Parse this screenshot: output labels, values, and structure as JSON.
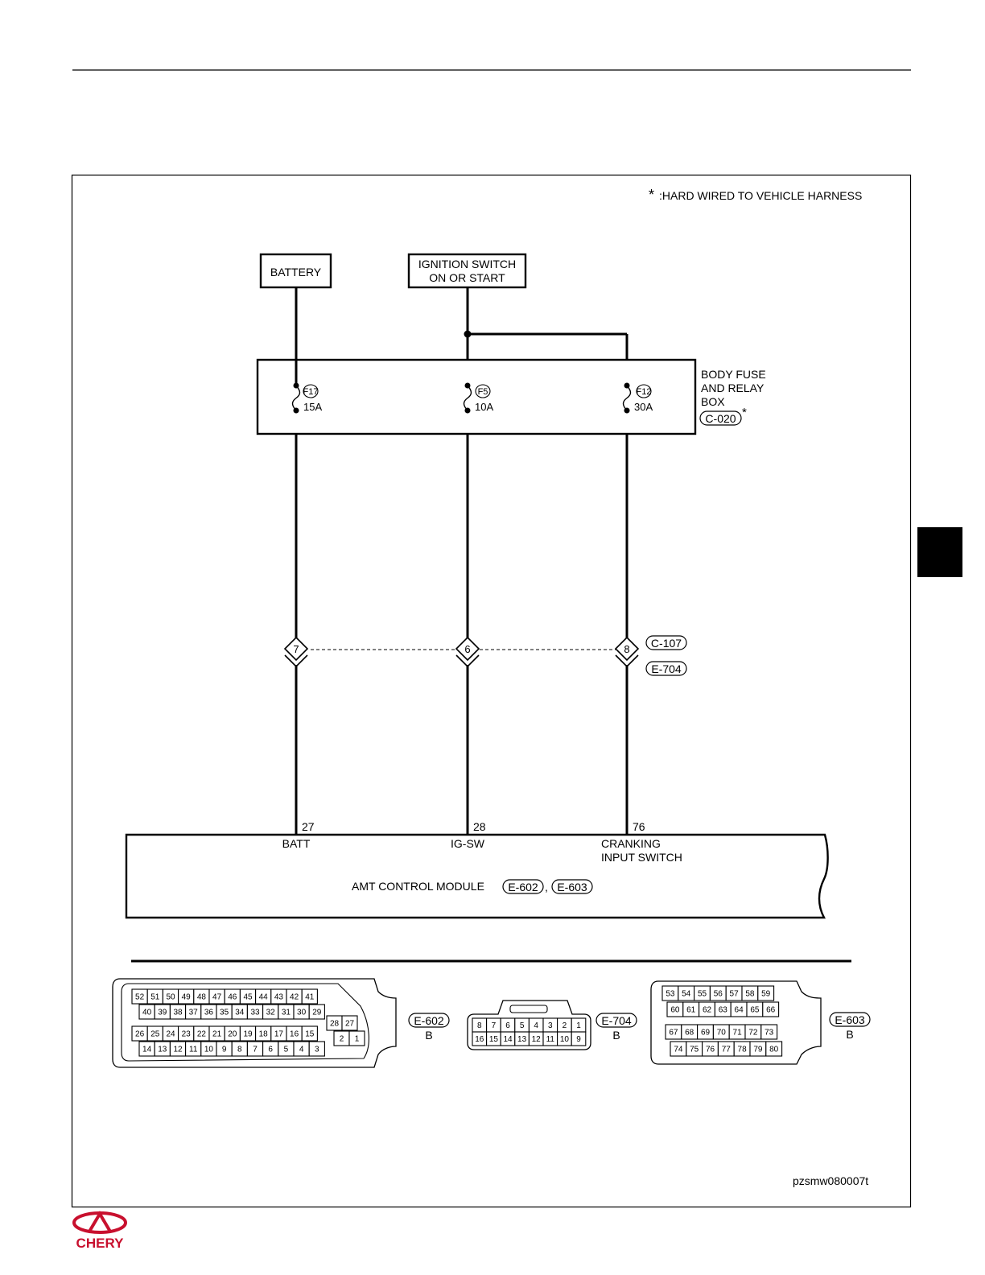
{
  "note": {
    "asterisk": "*",
    "text": ":HARD WIRED TO VEHICLE HARNESS"
  },
  "sources": {
    "battery": "BATTERY",
    "ignition_line1": "IGNITION SWITCH",
    "ignition_line2": "ON OR START"
  },
  "fuse_box": {
    "label_line1": "BODY FUSE",
    "label_line2": "AND RELAY",
    "label_line3": "BOX",
    "connector": "C-020",
    "connector_note": "*",
    "fuses": [
      {
        "id": "F17",
        "rating": "15A"
      },
      {
        "id": "F5",
        "rating": "10A"
      },
      {
        "id": "F12",
        "rating": "30A"
      }
    ]
  },
  "inline_connector": {
    "pins": [
      "7",
      "6",
      "8"
    ],
    "connector_a": "C-107",
    "connector_b": "E-704"
  },
  "module": {
    "terminals": [
      {
        "pin": "27",
        "label": "BATT"
      },
      {
        "pin": "28",
        "label": "IG-SW"
      },
      {
        "pin": "76",
        "label": "CRANKING",
        "label2": "INPUT SWITCH"
      }
    ],
    "name": "AMT CONTROL MODULE",
    "connector_1": "E-602",
    "separator": ",",
    "connector_2": "E-603"
  },
  "connector_views": {
    "e602": {
      "name": "E-602",
      "color": "B",
      "rows": [
        [
          "52",
          "51",
          "50",
          "49",
          "48",
          "47",
          "46",
          "45",
          "44",
          "43",
          "42",
          "41"
        ],
        [
          "40",
          "39",
          "38",
          "37",
          "36",
          "35",
          "34",
          "33",
          "32",
          "31",
          "30",
          "29"
        ],
        [
          "26",
          "25",
          "24",
          "23",
          "22",
          "21",
          "20",
          "19",
          "18",
          "17",
          "16",
          "15"
        ],
        [
          "14",
          "13",
          "12",
          "11",
          "10",
          "9",
          "8",
          "7",
          "6",
          "5",
          "4",
          "3"
        ]
      ],
      "side_top": [
        "28",
        "27"
      ],
      "side_bottom": [
        "2",
        "1"
      ]
    },
    "e704": {
      "name": "E-704",
      "color": "B",
      "rows": [
        [
          "8",
          "7",
          "6",
          "5",
          "4",
          "3",
          "2",
          "1"
        ],
        [
          "16",
          "15",
          "14",
          "13",
          "12",
          "11",
          "10",
          "9"
        ]
      ]
    },
    "e603": {
      "name": "E-603",
      "color": "B",
      "rows": [
        [
          "53",
          "54",
          "55",
          "56",
          "57",
          "58",
          "59"
        ],
        [
          "60",
          "61",
          "62",
          "63",
          "64",
          "65",
          "66"
        ],
        [
          "67",
          "68",
          "69",
          "70",
          "71",
          "72",
          "73"
        ],
        [
          "74",
          "75",
          "76",
          "77",
          "78",
          "79",
          "80"
        ]
      ]
    }
  },
  "figure_id": "pzsmw080007t",
  "logo": {
    "text": "CHERY"
  }
}
